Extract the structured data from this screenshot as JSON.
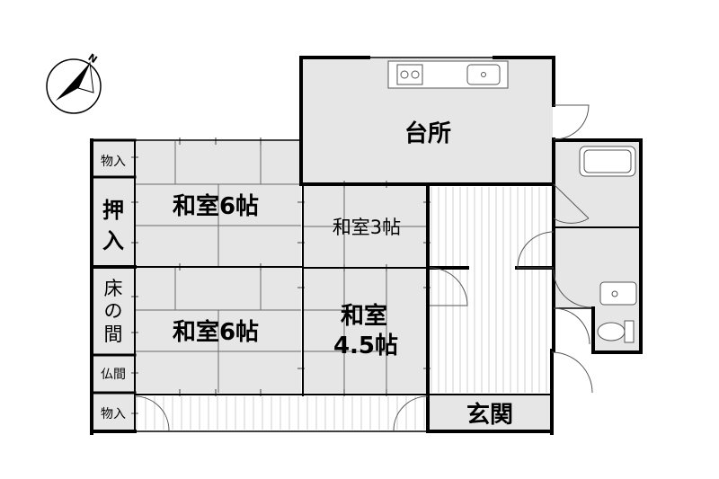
{
  "rooms": {
    "kitchen": "台所",
    "washitsu6_top": "和室6帖",
    "washitsu3": "和室3帖",
    "washitsu6_bottom": "和室6帖",
    "washitsu45_line1": "和室",
    "washitsu45_line2": "4.5帖",
    "genkan": "玄関"
  },
  "storage": {
    "monoire_top": "物入",
    "oshiire_1": "押",
    "oshiire_2": "入",
    "tokonoma_1": "床",
    "tokonoma_2": "の",
    "tokonoma_3": "間",
    "butsuma": "仏間",
    "monoire_bottom": "物入"
  },
  "compass": {
    "north_label": "N"
  },
  "colors": {
    "room_fill": "#e6e6e6",
    "wall": "#000000",
    "line": "#666666",
    "paper": "#ffffff"
  }
}
